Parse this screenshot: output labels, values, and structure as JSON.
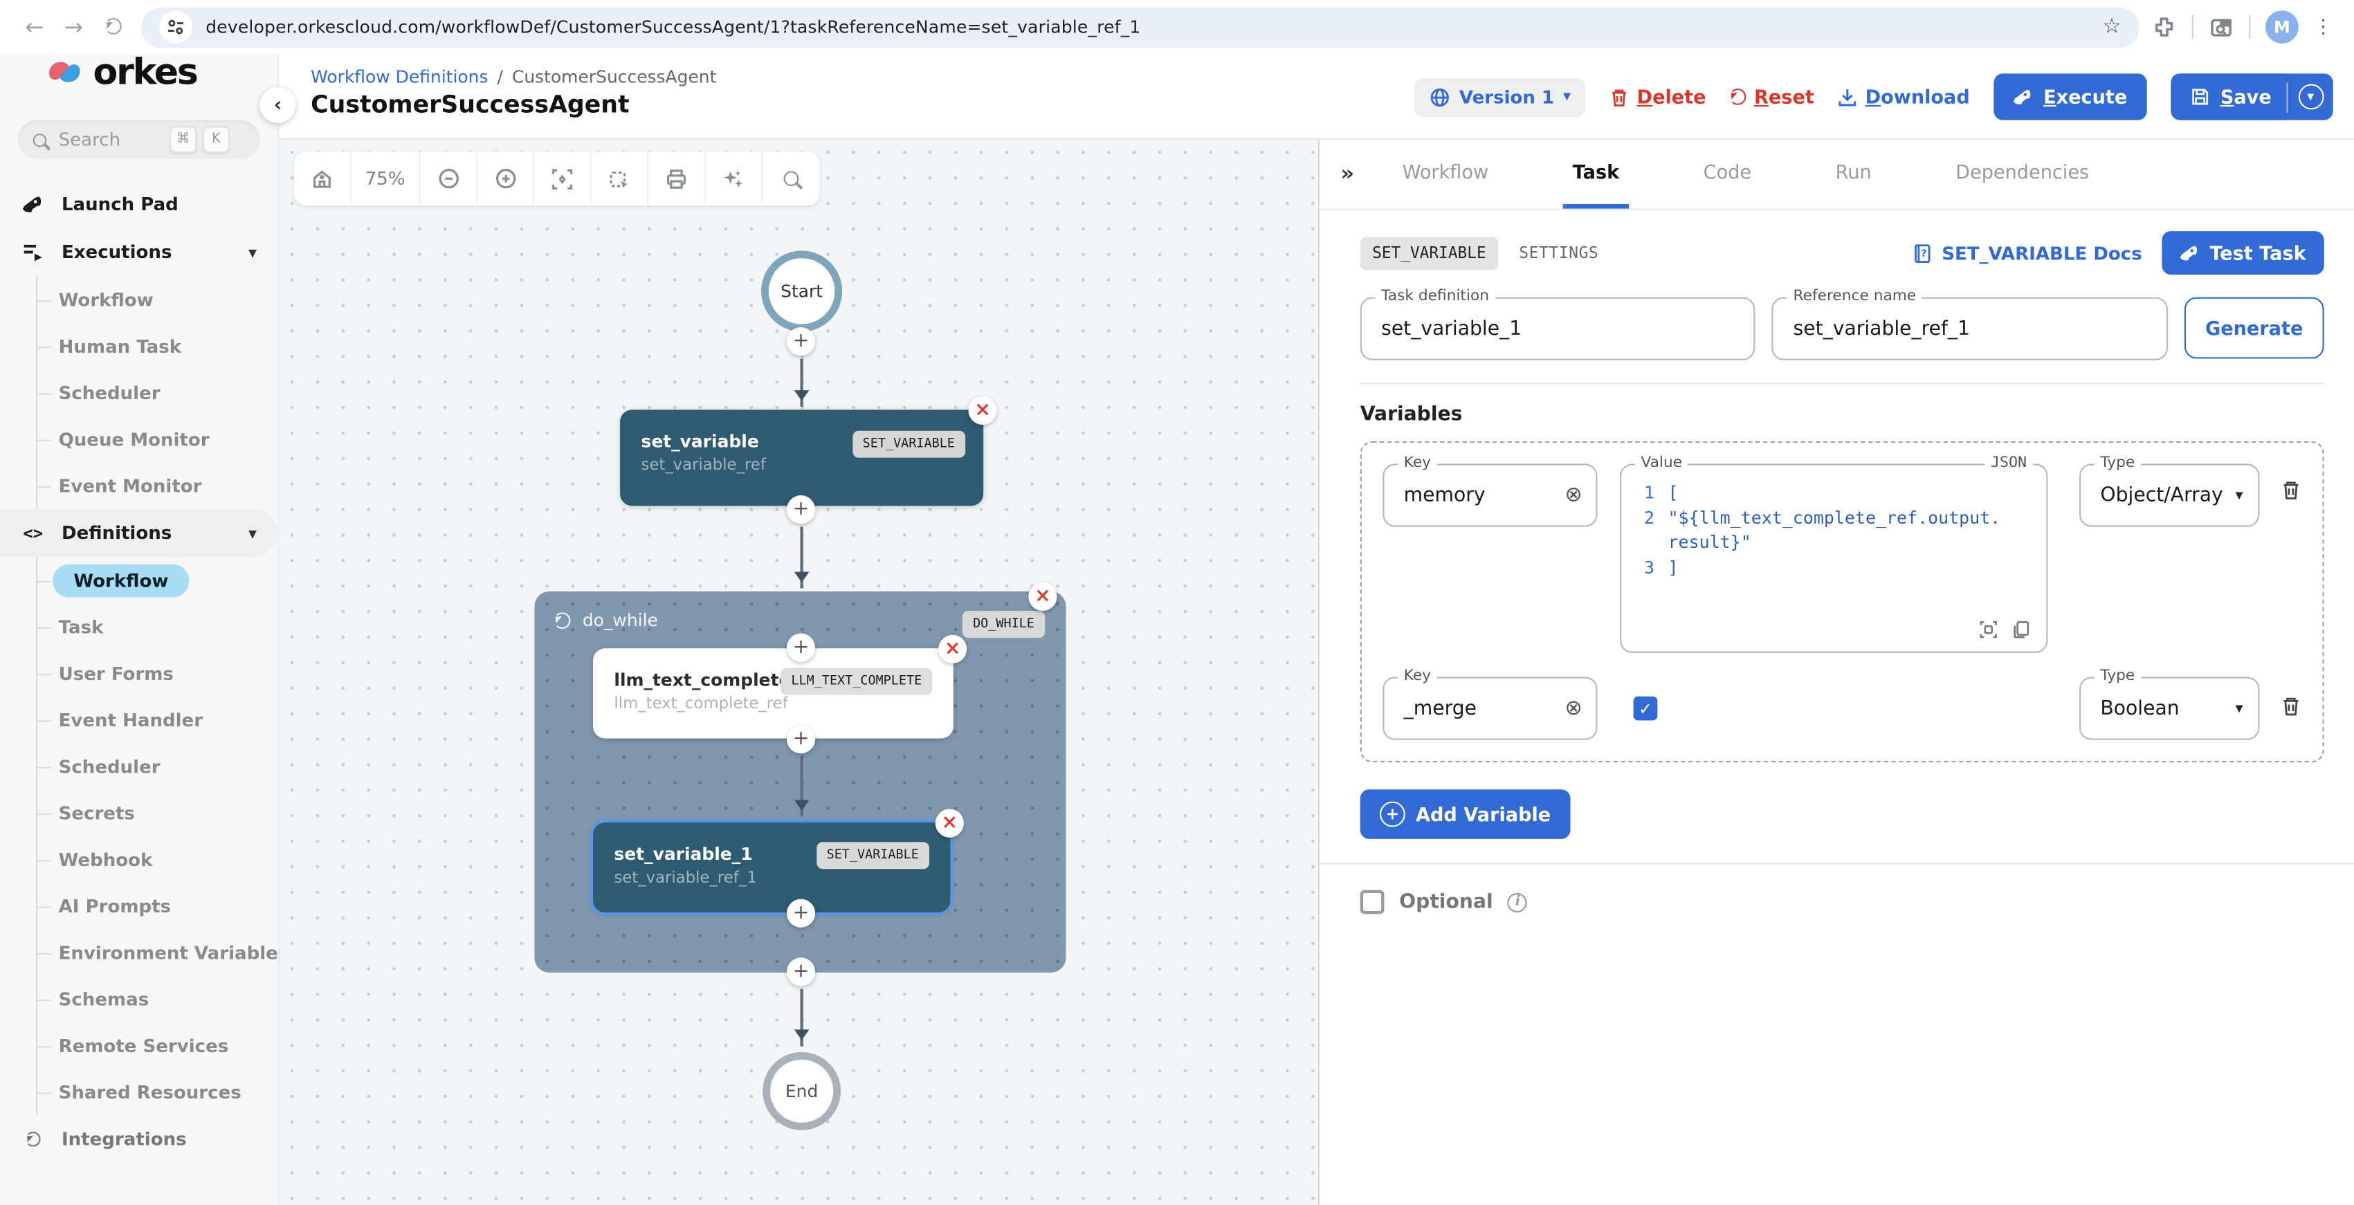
{
  "browser": {
    "url": "developer.orkescloud.com/workflowDef/CustomerSuccessAgent/1?taskReferenceName=set_variable_ref_1",
    "avatar": "M"
  },
  "icons": {
    "back": "←",
    "forward": "→",
    "reload": "",
    "star": "☆",
    "menu": "⋮",
    "command": "⌘",
    "key_k": "K",
    "collapse": "‹",
    "panel_expand": "»",
    "chevron": "▾",
    "plus": "+",
    "close": "×",
    "check": "✓",
    "clear": "⊗",
    "definitions_glyph": "<>",
    "slash": "/",
    "info": "i",
    "minus": "−",
    "caret": "▾"
  },
  "header": {
    "breadcrumb_1": "Workflow Definitions",
    "breadcrumb_2": "CustomerSuccessAgent",
    "title": "CustomerSuccessAgent",
    "version": "Version 1",
    "delete": "Delete",
    "reset": "Reset",
    "download": "Download",
    "execute": "Execute",
    "save": "Save"
  },
  "sidebar": {
    "logo": "orkes",
    "search_placeholder": "Search",
    "launch_pad": "Launch Pad",
    "executions": "Executions",
    "definitions": "Definitions",
    "integrations": "Integrations",
    "exec_items": [
      "Workflow",
      "Human Task",
      "Scheduler",
      "Queue Monitor",
      "Event Monitor"
    ],
    "def_items": [
      "Workflow",
      "Task",
      "User Forms",
      "Event Handler",
      "Scheduler",
      "Secrets",
      "Webhook",
      "AI Prompts",
      "Environment Variables",
      "Schemas",
      "Remote Services",
      "Shared Resources"
    ]
  },
  "canvas": {
    "zoom": "75%",
    "start": "Start",
    "end": "End",
    "set_variable": {
      "name": "set_variable",
      "ref": "set_variable_ref",
      "badge": "SET_VARIABLE"
    },
    "do_while": {
      "name": "do_while",
      "badge": "DO_WHILE"
    },
    "llm": {
      "name": "llm_text_complete",
      "ref": "llm_text_complete_ref",
      "badge": "LLM_TEXT_COMPLETE"
    },
    "set_variable_1": {
      "name": "set_variable_1",
      "ref": "set_variable_ref_1",
      "badge": "SET_VARIABLE"
    }
  },
  "panel": {
    "tabs": [
      "Workflow",
      "Task",
      "Code",
      "Run",
      "Dependencies"
    ],
    "active_tab": "Task",
    "type_tab": "SET_VARIABLE",
    "settings_tab": "SETTINGS",
    "docs_link": "SET_VARIABLE Docs",
    "test_task": "Test Task",
    "task_definition_label": "Task definition",
    "task_definition_value": "set_variable_1",
    "reference_name_label": "Reference name",
    "reference_name_value": "set_variable_ref_1",
    "generate": "Generate",
    "variables_heading": "Variables",
    "row1": {
      "key_label": "Key",
      "key": "memory",
      "value_label": "Value",
      "json_label": "JSON",
      "l1": "1",
      "c1": "[",
      "l2": "2",
      "c2": "\"${llm_text_complete_ref.output.result}\"",
      "l3": "3",
      "c3": "]",
      "type_label": "Type",
      "type": "Object/Array"
    },
    "row2": {
      "key_label": "Key",
      "key": "_merge",
      "checked": true,
      "type_label": "Type",
      "type": "Boolean"
    },
    "add_variable": "Add Variable",
    "optional": "Optional"
  },
  "colors": {
    "primary": "#3169d5",
    "danger": "#d8372f",
    "node_teal": "#2f5b71",
    "group_blue": "#8197ad",
    "active_pill": "#a7ddf2",
    "code_blue": "#2f5fae"
  }
}
